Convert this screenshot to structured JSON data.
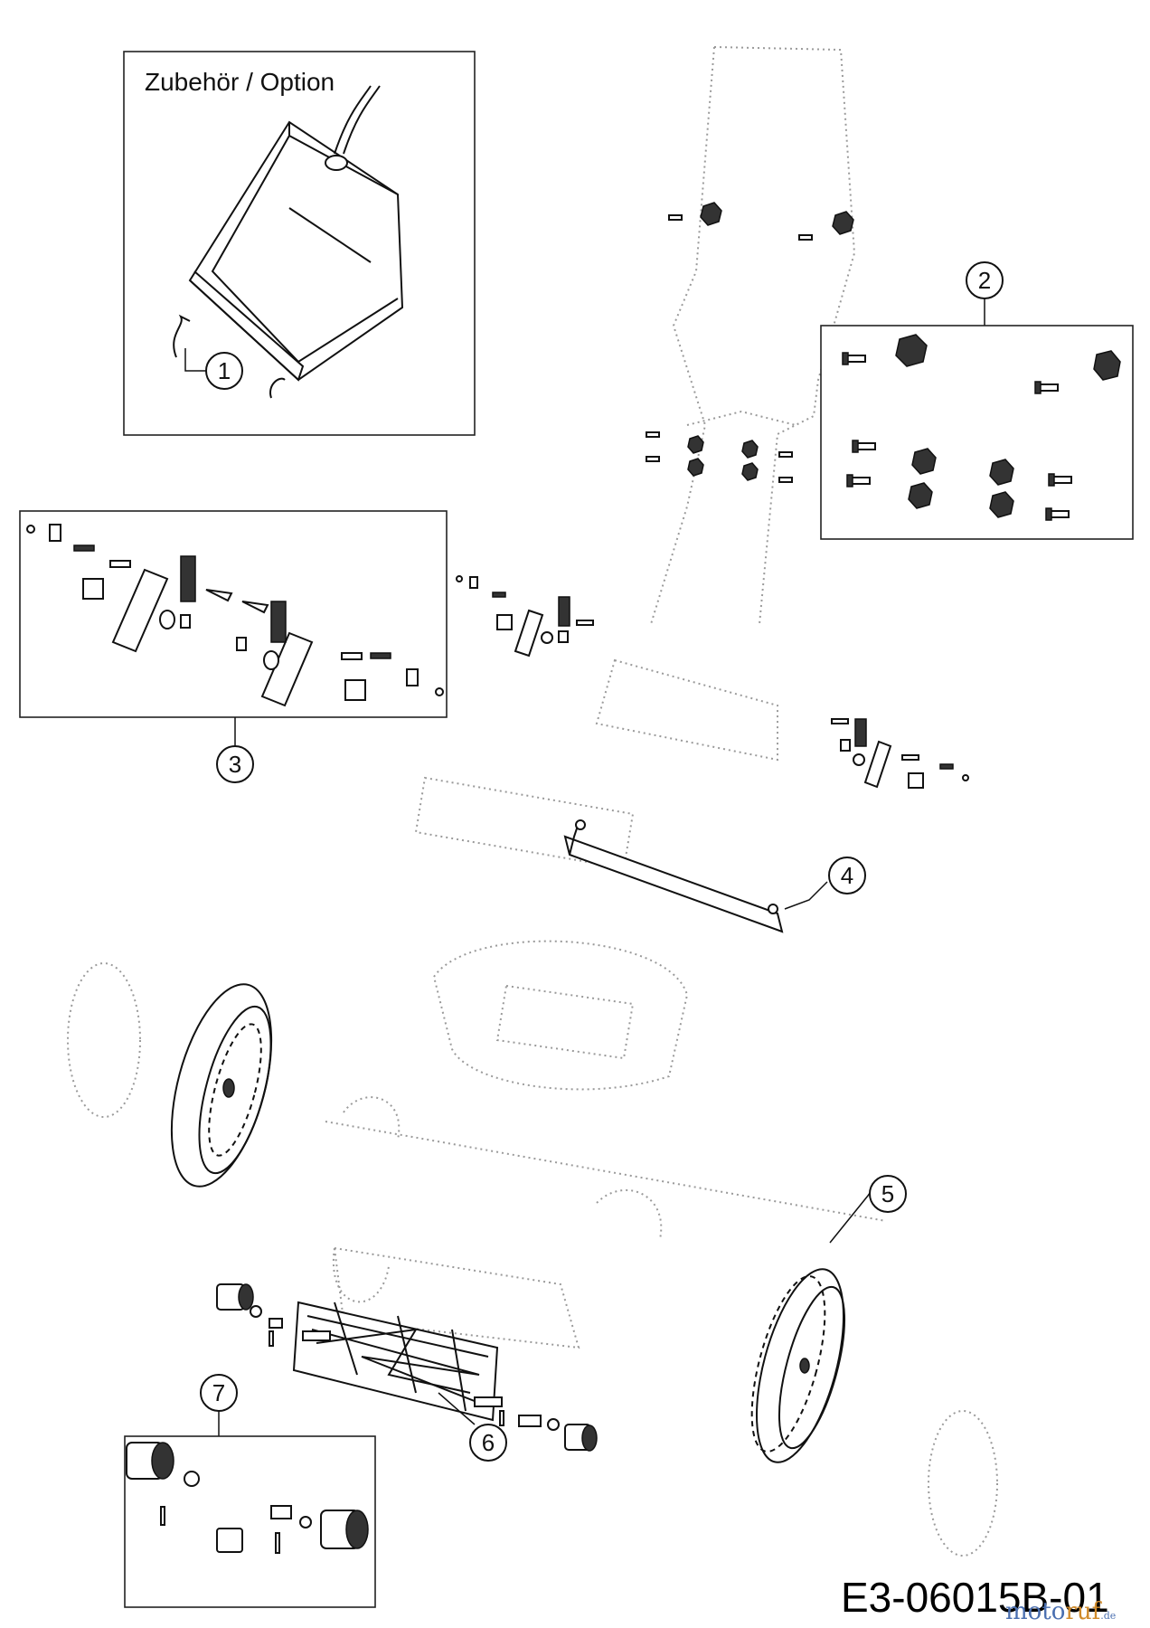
{
  "accessory_box": {
    "title": "Zubehör / Option"
  },
  "callouts": [
    "1",
    "2",
    "3",
    "4",
    "5",
    "6",
    "7"
  ],
  "drawing_code": "E3-06015B-01",
  "watermark": {
    "part1": "moto",
    "part2": "ruf",
    "suffix": ".de"
  },
  "colors": {
    "line": "#111111",
    "ghost": "#9a9a9a",
    "watermark_blue": "#4a6fb0",
    "watermark_orange": "#d08a2a"
  }
}
